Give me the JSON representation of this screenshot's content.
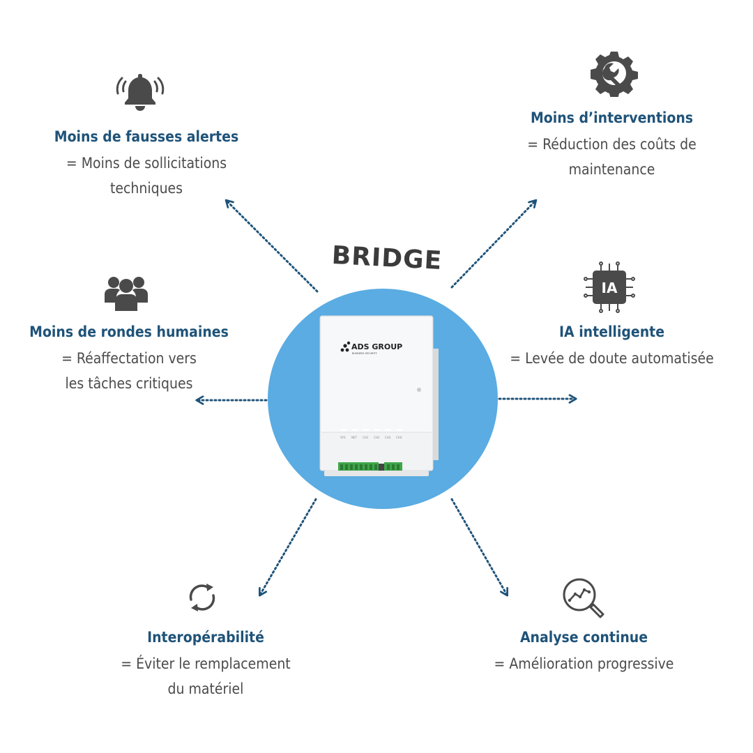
{
  "center": {
    "title": "BRIDGE",
    "brand_text": "ADS GROUP",
    "brand_sub": "BUSINESS SECURITY",
    "port_labels": [
      "SYS",
      "NET",
      "CH1",
      "CH2",
      "CH3",
      "CH4"
    ]
  },
  "benefits": {
    "fausses_alertes": {
      "title": "Moins de fausses alertes",
      "desc": "= Moins de sollicitations\ntechniques",
      "icon": "bell-icon"
    },
    "interventions": {
      "title": "Moins d’interventions",
      "desc": "= Réduction des coûts de\nmaintenance",
      "icon": "gear-wrench-icon"
    },
    "rondes": {
      "title": "Moins de rondes humaines",
      "desc": "= Réaffectation vers\nles  tâches critiques",
      "icon": "people-icon"
    },
    "ia": {
      "title": "IA intelligente",
      "desc": "= Levée de doute automatisée",
      "icon": "ai-chip-icon",
      "chip_label": "IA"
    },
    "interop": {
      "title": "Interopérabilité",
      "desc": "= Éviter le remplacement\ndu matériel",
      "icon": "sync-icon"
    },
    "analyse": {
      "title": "Analyse continue",
      "desc": "= Amélioration progressive",
      "icon": "analytics-magnifier-icon"
    }
  },
  "colors": {
    "accent_title": "#1f5379",
    "circle": "#5aace2",
    "arrow": "#1f5379",
    "icon": "#4a4a4a",
    "text": "#4b4b4b"
  }
}
